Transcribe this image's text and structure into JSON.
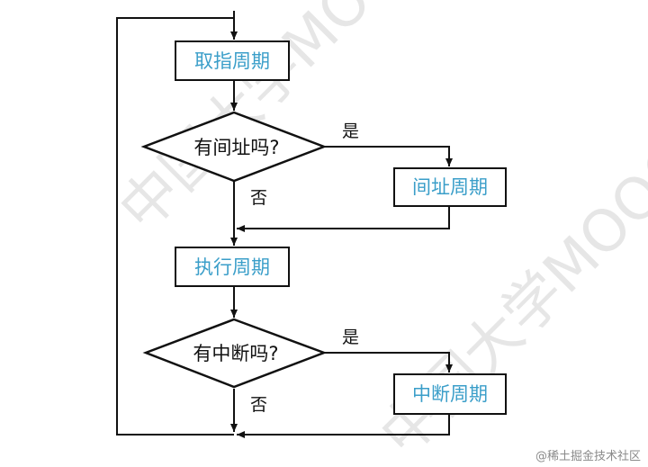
{
  "colors": {
    "box_text": "#3a9ec9",
    "stroke": "#111111",
    "watermark": "#e6e6e6"
  },
  "flowchart": {
    "fetch_cycle": "取指周期",
    "indirect_question": "有间址吗?",
    "yes_label_1": "是",
    "no_label_1": "否",
    "indirect_cycle": "间址周期",
    "execute_cycle": "执行周期",
    "interrupt_question": "有中断吗?",
    "yes_label_2": "是",
    "no_label_2": "否",
    "interrupt_cycle": "中断周期"
  },
  "watermarks": [
    "中国大学MOOC",
    "中国大学MOOC"
  ],
  "footer_text": "@稀土掘金技术社区"
}
